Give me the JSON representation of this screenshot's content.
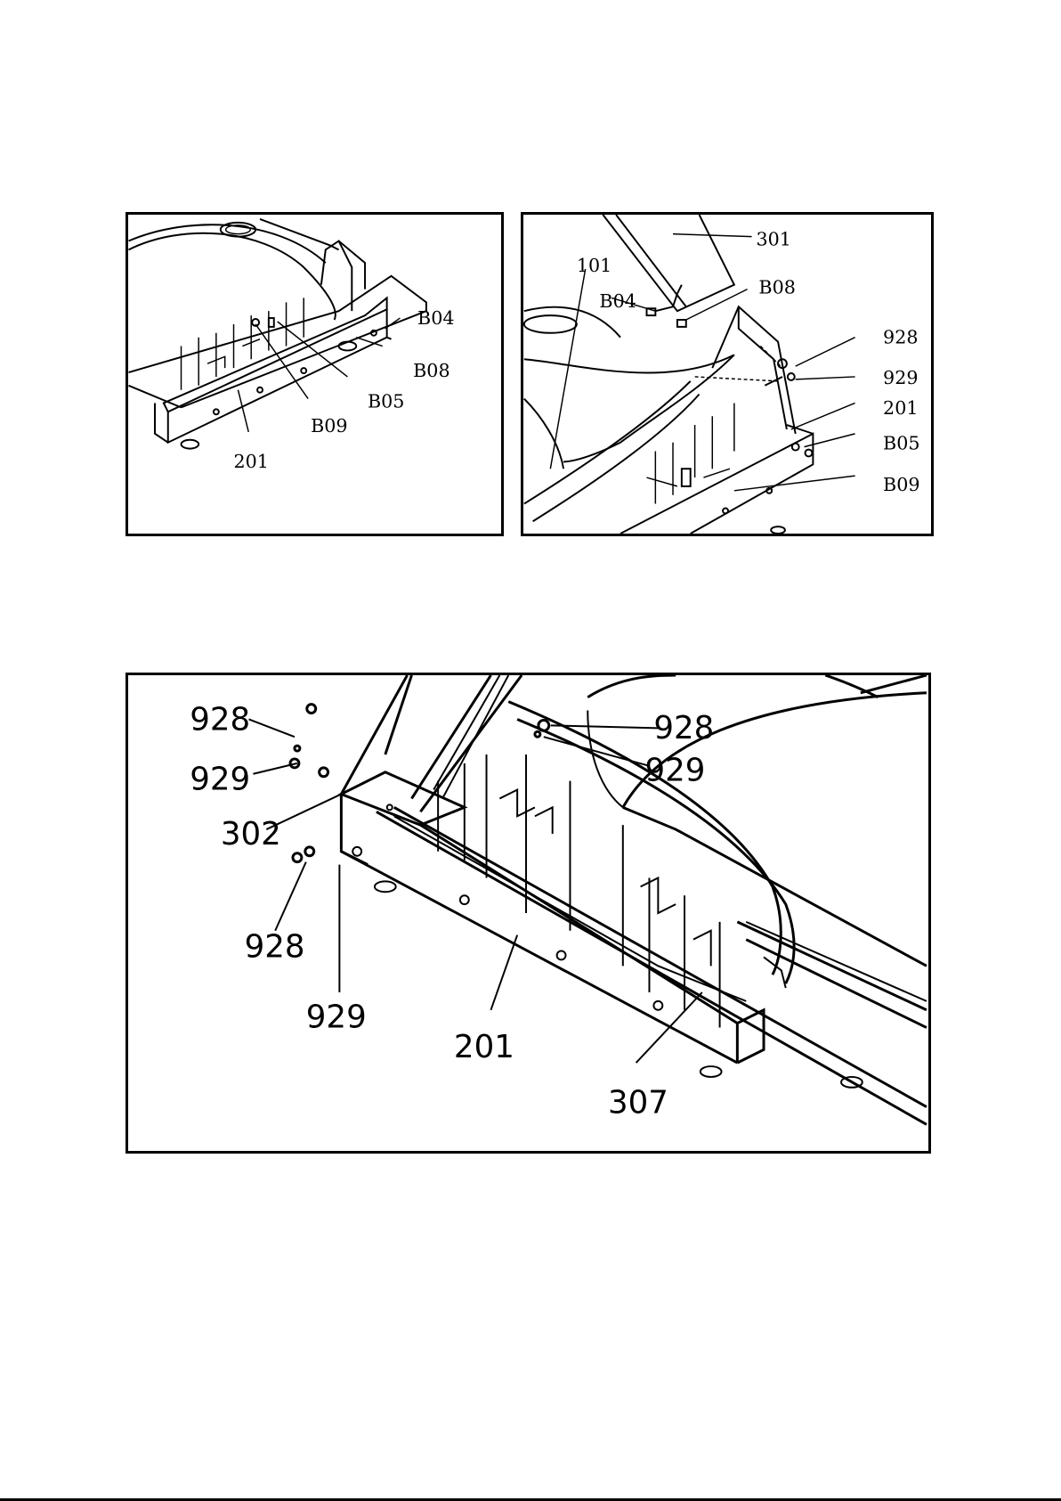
{
  "panel_a": {
    "labels": {
      "b04": "B04",
      "b08": "B08",
      "b05": "B05",
      "b09": "B09",
      "p201": "201"
    }
  },
  "panel_b": {
    "labels": {
      "p301": "301",
      "p101": "101",
      "b04": "B04",
      "b08": "B08",
      "p928": "928",
      "p929": "929",
      "p201": "201",
      "b05": "B05",
      "b09": "B09"
    }
  },
  "panel_c": {
    "labels": {
      "p928_tl": "928",
      "p929_tl": "929",
      "p302": "302",
      "p928_tr": "928",
      "p929_tr": "929",
      "p928_l": "928",
      "p929_l": "929",
      "p201": "201",
      "p307": "307"
    }
  }
}
